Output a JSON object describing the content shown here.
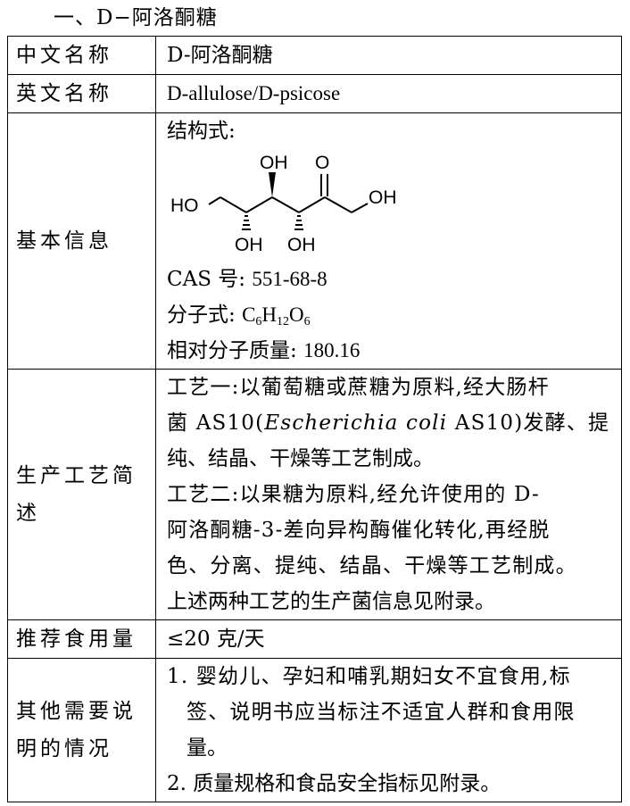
{
  "section_heading": "一、D−阿洛酮糖",
  "rows": {
    "cn_name": {
      "label": "中文名称",
      "value": "D-阿洛酮糖"
    },
    "en_name": {
      "label": "英文名称",
      "value": "D-allulose/D-psicose"
    },
    "basic": {
      "label": "基本信息",
      "structure_label": "结构式:",
      "structure_atoms": {
        "oh_top": "OH",
        "o_top": "O",
        "ho_left": "HO",
        "oh_right": "OH",
        "oh_bottom_1": "OH",
        "oh_bottom_2": "OH"
      },
      "cas_label": "CAS 号:",
      "cas_value": "551-68-8",
      "formula_label": "分子式:",
      "formula": {
        "c": "C",
        "c_n": "6",
        "h": "H",
        "h_n": "12",
        "o": "O",
        "o_n": "6"
      },
      "mw_label": "相对分子质量:",
      "mw_value": "180.16"
    },
    "process": {
      "label": "生产工艺简述",
      "p1_line1": "工艺一:以葡萄糖或蔗糖为原料,经大肠杆",
      "p1_line2_a": "菌 AS10(",
      "p1_line2_italic": "Escherichia coli",
      "p1_line2_b": " AS10)发酵、提",
      "p1_line3": "纯、结晶、干燥等工艺制成。",
      "p2_line1": "工艺二:以果糖为原料,经允许使用的 D-",
      "p2_line2": "阿洛酮糖-3-差向异构酶催化转化,再经脱",
      "p2_line3": "色、分离、提纯、结晶、干燥等工艺制成。",
      "p3": "上述两种工艺的生产菌信息见附录。"
    },
    "dosage": {
      "label": "推荐食用量",
      "value": "≤20 克/天"
    },
    "other": {
      "label": "其他需要说明的情况",
      "item1_line1": "1. 婴幼儿、孕妇和哺乳期妇女不宜食用,标",
      "item1_line2": "签、说明书应当标注不适宜人群和食用限",
      "item1_line3": "量。",
      "item2": "2. 质量规格和食品安全指标见附录。"
    }
  }
}
